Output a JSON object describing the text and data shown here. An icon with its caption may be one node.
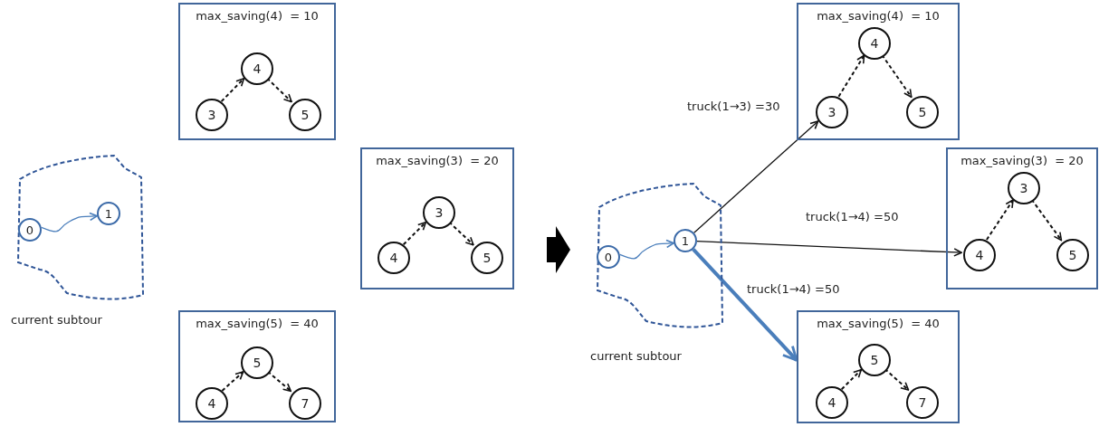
{
  "diagram": {
    "nodes": [
      {
        "text": [],
        "shape": "cloud",
        "beside": [
          "current subtour"
        ]
      },
      {
        "text": [
          "0"
        ],
        "in": 0
      },
      {
        "text": [
          "1"
        ],
        "in": 0
      },
      {
        "text": [
          "max_saving(4)  = 10"
        ]
      },
      {
        "text": [
          "4"
        ],
        "in": 3
      },
      {
        "text": [
          "3"
        ],
        "in": 3
      },
      {
        "text": [
          "5"
        ],
        "in": 3
      },
      {
        "text": [
          "max_saving(3)  = 20"
        ]
      },
      {
        "text": [
          "3"
        ],
        "in": 7
      },
      {
        "text": [
          "4"
        ],
        "in": 7
      },
      {
        "text": [
          "5"
        ],
        "in": 7
      },
      {
        "text": [
          "max_saving(5)  = 40"
        ]
      },
      {
        "text": [
          "5"
        ],
        "in": 11
      },
      {
        "text": [
          "4"
        ],
        "in": 11
      },
      {
        "text": [
          "7"
        ],
        "in": 11
      },
      {
        "text": [],
        "shape": "cloud",
        "beside": [
          "current subtour"
        ]
      },
      {
        "text": [
          "0"
        ],
        "in": 15
      },
      {
        "text": [
          "1"
        ],
        "in": 15
      },
      {
        "text": [
          "max_saving(4)  = 10"
        ]
      },
      {
        "text": [
          "4"
        ],
        "in": 18
      },
      {
        "text": [
          "3"
        ],
        "in": 18
      },
      {
        "text": [
          "5"
        ],
        "in": 18
      },
      {
        "text": [
          "max_saving(3)  = 20"
        ]
      },
      {
        "text": [
          "3"
        ],
        "in": 22
      },
      {
        "text": [
          "4"
        ],
        "in": 22
      },
      {
        "text": [
          "5"
        ],
        "in": 22
      },
      {
        "text": [
          "max_saving(5)  = 40"
        ]
      },
      {
        "text": [
          "5"
        ],
        "in": 26
      },
      {
        "text": [
          "4"
        ],
        "in": 26
      },
      {
        "text": [
          "7"
        ],
        "in": 26
      }
    ],
    "edges": [
      {
        "from": 1,
        "to": 2,
        "arrow": "to",
        "color": "#4a7ebb"
      },
      {
        "from": 5,
        "to": 4,
        "arrow": "to",
        "style": "dashed"
      },
      {
        "from": 4,
        "to": 6,
        "arrow": "to",
        "style": "dashed"
      },
      {
        "from": 9,
        "to": 8,
        "arrow": "to",
        "style": "dashed"
      },
      {
        "from": 8,
        "to": 10,
        "arrow": "to",
        "style": "dashed"
      },
      {
        "from": 13,
        "to": 12,
        "arrow": "to",
        "style": "dashed"
      },
      {
        "from": 12,
        "to": 14,
        "arrow": "to",
        "style": "dashed"
      },
      {
        "from": 16,
        "to": 17,
        "arrow": "to",
        "color": "#4a7ebb"
      },
      {
        "from": 20,
        "to": 19,
        "arrow": "to",
        "style": "dashed"
      },
      {
        "from": 19,
        "to": 21,
        "arrow": "to",
        "style": "dashed"
      },
      {
        "from": 24,
        "to": 23,
        "arrow": "to",
        "style": "dashed"
      },
      {
        "from": 23,
        "to": 25,
        "arrow": "to",
        "style": "dashed"
      },
      {
        "from": 28,
        "to": 27,
        "arrow": "to",
        "style": "dashed"
      },
      {
        "from": 27,
        "to": 29,
        "arrow": "to",
        "style": "dashed"
      },
      {
        "from": 17,
        "to": 20,
        "arrow": "to",
        "label": "truck(1→3) =30"
      },
      {
        "from": 17,
        "to": 24,
        "arrow": "to",
        "label": "truck(1→4) =50"
      },
      {
        "from": 17,
        "to": 26,
        "arrow": "to",
        "label": "truck(1→4) =50",
        "style": "thick",
        "color": "#4a7ebb"
      }
    ]
  }
}
